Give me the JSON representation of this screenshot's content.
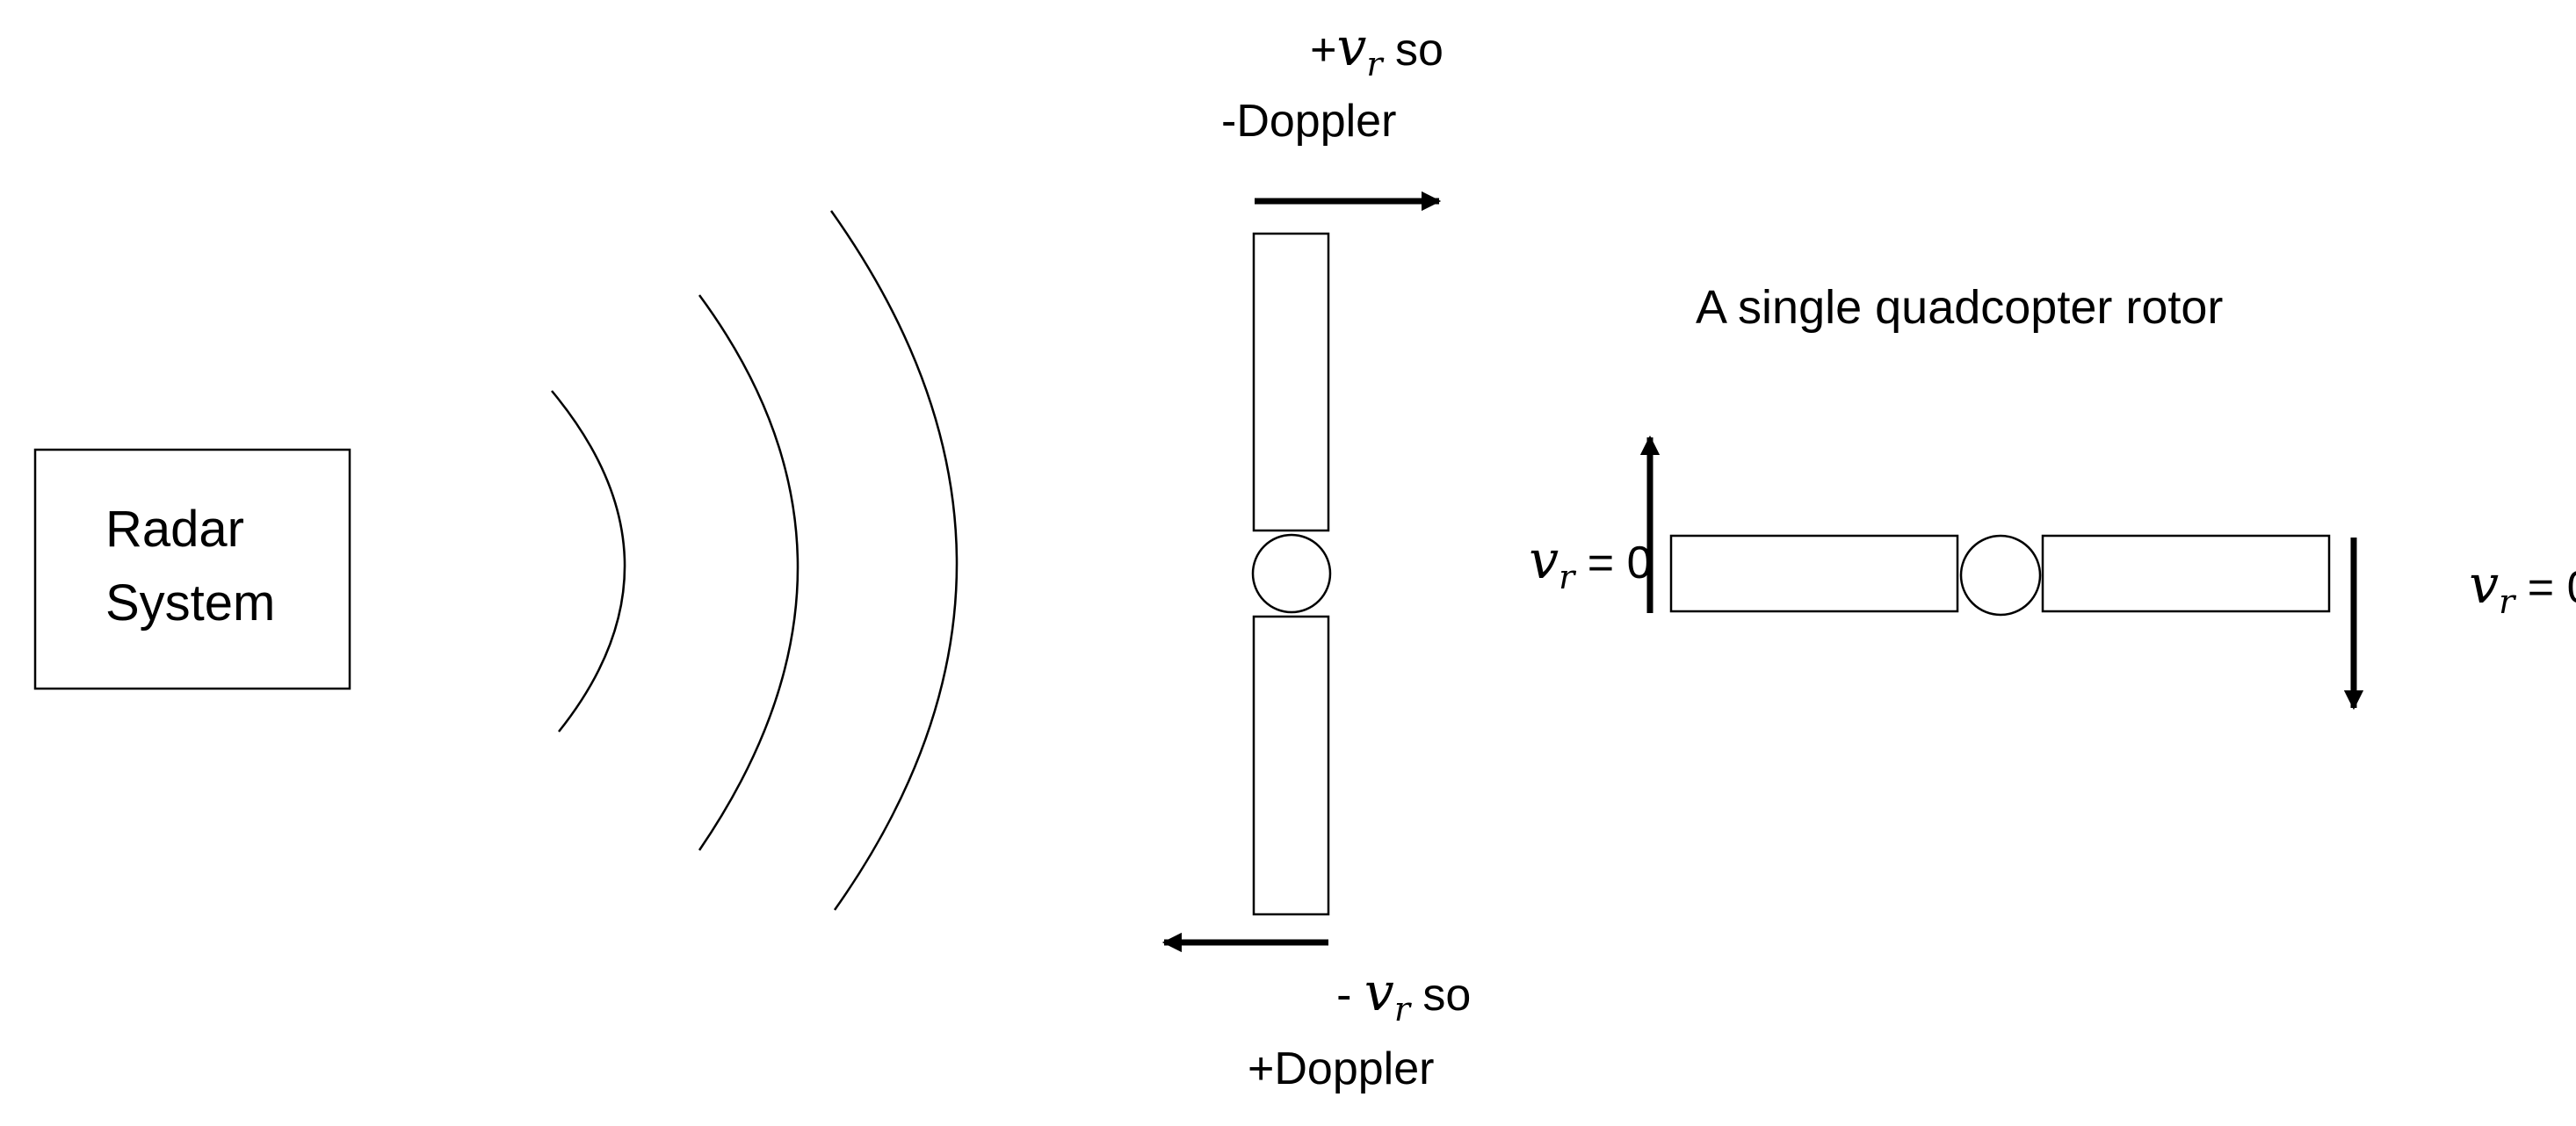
{
  "radar": {
    "line1": "Radar",
    "line2": "System"
  },
  "symbol": {
    "v": "v",
    "r": "r"
  },
  "top_label": {
    "sign": "+",
    "so": " so",
    "doppler": "-Doppler"
  },
  "bottom_label": {
    "sign": "- ",
    "so": " so",
    "doppler": "+Doppler"
  },
  "rotor_title": "A single quadcopter rotor",
  "zero_label": " = 0",
  "colors": {
    "ink": "#000000",
    "background": "#ffffff"
  }
}
